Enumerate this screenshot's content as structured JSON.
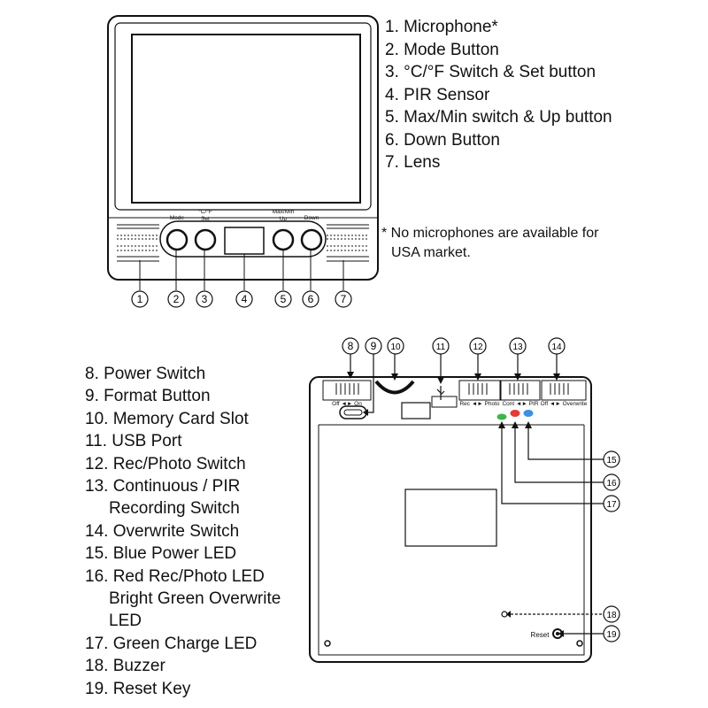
{
  "front_legend": [
    "1. Microphone*",
    "2. Mode Button",
    "3. °C/°F Switch & Set button",
    "4. PIR Sensor",
    "5. Max/Min switch & Up button",
    "6. Down Button",
    "7. Lens"
  ],
  "footnote": {
    "line1": "* No microphones are available for",
    "line2": "USA market."
  },
  "front_panel": {
    "mode_label": "Mode",
    "set_top_label": "°C/°F",
    "set_label": "Set",
    "maxmin_label": "Max/Min",
    "up_label": "Up",
    "down_label": "Down"
  },
  "front_callouts": [
    "1",
    "2",
    "3",
    "4",
    "5",
    "6",
    "7"
  ],
  "bottom_legend": [
    "8. Power Switch",
    "9. Format Button",
    "10. Memory Card Slot",
    "11. USB Port",
    "12. Rec/Photo Switch",
    "13. Continuous / PIR",
    "Recording Switch",
    "14. Overwrite Switch",
    "15. Blue Power LED",
    "16. Red Rec/Photo LED",
    "Bright Green Overwrite",
    "LED",
    "17. Green Charge LED",
    "18. Buzzer",
    "19. Reset Key"
  ],
  "bottom_panel": {
    "power_switch_label": "Off ◄► On",
    "rec_photo_label": "Rec ◄► Photo",
    "cont_pir_label": "Cont ◄► PIR",
    "overwrite_label": "Off ◄► Overwrite",
    "reset_label": "Reset"
  },
  "bottom_callouts": [
    "8",
    "9",
    "10",
    "11",
    "12",
    "13",
    "14",
    "15",
    "16",
    "17",
    "18",
    "19"
  ],
  "colors": {
    "green_led": "#3db54a",
    "red_led": "#e53935",
    "blue_led": "#3d8fe0"
  }
}
